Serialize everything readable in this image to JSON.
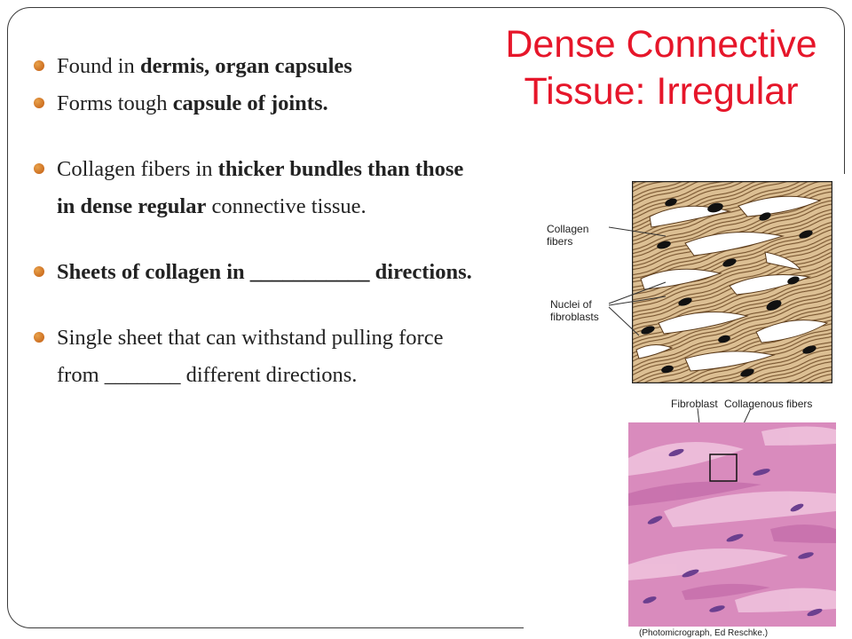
{
  "title": {
    "line1": "Dense Connective",
    "line2": "Tissue: Irregular"
  },
  "bullets": [
    {
      "normal1": "Found in ",
      "bold1": "dermis, organ capsules",
      "normal2": ""
    },
    {
      "normal1": "Forms tough ",
      "bold1": "capsule of joints.",
      "normal2": ""
    },
    {
      "normal1": "Collagen fibers in ",
      "bold1": "thicker bundles than those in dense regular",
      "normal2": " connective tissue."
    },
    {
      "normal1": "",
      "bold1": "Sheets of collagen in ___________ directions.",
      "normal2": ""
    },
    {
      "normal1": "Single sheet that can withstand pulling force from _______ different directions.",
      "bold1": "",
      "normal2": ""
    }
  ],
  "figure": {
    "label_collagen": "Collagen fibers",
    "label_nuclei": "Nuclei of fibroblasts",
    "label_fibroblast": "Fibroblast",
    "label_collagenous": "Collagenous fibers",
    "credit": "(Photomicrograph, Ed Reschke.)"
  },
  "colors": {
    "title": "#e6162a",
    "bullet": "#d9772a",
    "stain_pink": "#d07fb0",
    "nucleus": "#6b3f8f"
  }
}
